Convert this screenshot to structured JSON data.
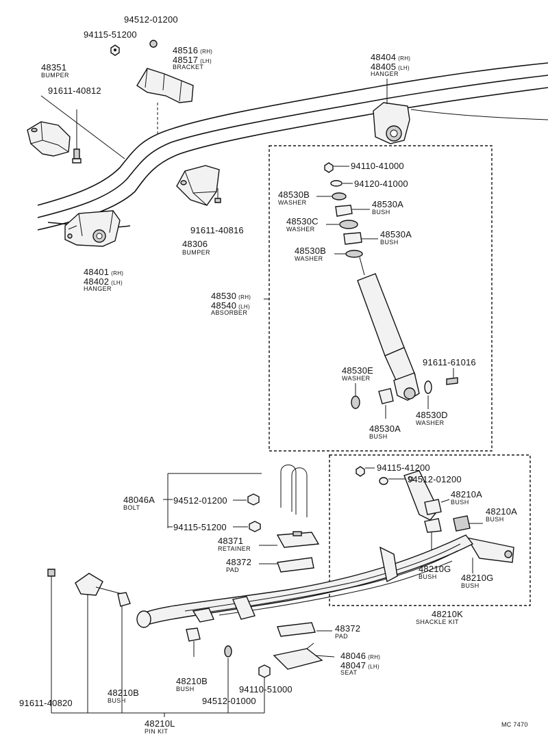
{
  "labels": {
    "bracket_nut": "94512-01200",
    "bracket_nut2": "94115-51200",
    "bracket_rh": "48516",
    "bracket_lh": "48517",
    "bracket_name": "BRACKET",
    "bumper_front_num": "48351",
    "bumper_front_name": "BUMPER",
    "bumper_front_bolt": "91611-40812",
    "hanger_rear_rh": "48404",
    "hanger_rear_lh": "48405",
    "hanger_rear_name": "HANGER",
    "bumper_bolt": "91611-40816",
    "bumper_num": "48306",
    "bumper_name": "BUMPER",
    "hanger_front_rh": "48401",
    "hanger_front_lh": "48402",
    "hanger_front_name": "HANGER",
    "abs_nut": "94110-41000",
    "abs_washer_top": "94120-41000",
    "washer_b1": "48530B",
    "washer_b1_name": "WASHER",
    "bush_a1": "48530A",
    "bush_a1_name": "BUSH",
    "washer_c": "48530C",
    "washer_c_name": "WASHER",
    "bush_a2": "48530A",
    "bush_a2_name": "BUSH",
    "washer_b2": "48530B",
    "washer_b2_name": "WASHER",
    "absorber_rh": "48530",
    "absorber_lh": "48540",
    "absorber_name": "ABSORBER",
    "abs_bolt": "91611-61016",
    "washer_e": "48530E",
    "washer_e_name": "WASHER",
    "bush_a3": "48530A",
    "bush_a3_name": "BUSH",
    "washer_d": "48530D",
    "washer_d_name": "WASHER",
    "shackle_nut1": "94115-41200",
    "shackle_nut2": "94512-01200",
    "bush_210a1": "48210A",
    "bush_210a1_name": "BUSH",
    "bush_210a2": "48210A",
    "bush_210a2_name": "BUSH",
    "bush_210g1": "48210G",
    "bush_210g1_name": "BUSH",
    "bush_210g2": "48210G",
    "bush_210g2_name": "BUSH",
    "shackle_kit": "48210K",
    "shackle_kit_name": "SHACKLE KIT",
    "ubolt_num": "48046A",
    "ubolt_name": "BOLT",
    "ubolt_nut1": "94512-01200",
    "ubolt_nut2": "94115-51200",
    "retainer_num": "48371",
    "retainer_name": "RETAINER",
    "pad_top_num": "48372",
    "pad_top_name": "PAD",
    "pad_bottom_num": "48372",
    "pad_bottom_name": "PAD",
    "seat_rh": "48046",
    "seat_lh": "48047",
    "seat_name": "SEAT",
    "pin_bolt": "91611-40820",
    "bush_210b1": "48210B",
    "bush_210b1_name": "BUSH",
    "bush_210b2": "48210B",
    "bush_210b2_name": "BUSH",
    "pin_nut_a": "94512-01000",
    "pin_nut_b": "94110-51000",
    "pin_kit": "48210L",
    "pin_kit_name": "PIN KIT",
    "rh": "(RH)",
    "lh": "(LH)",
    "code": "MC 7470"
  }
}
